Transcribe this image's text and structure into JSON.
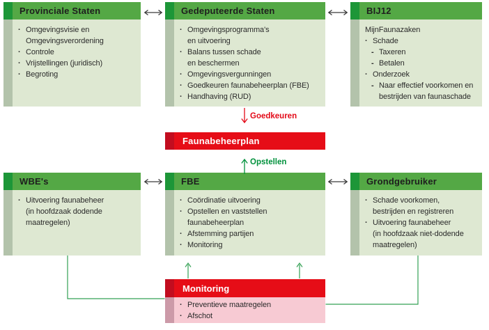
{
  "colors": {
    "canvas_bg": "#ffffff",
    "green_header": "#54a845",
    "green_header_stripe": "#1d9638",
    "green_body": "#dee8d2",
    "green_body_stripe": "#b3c3ab",
    "red_header": "#e60d17",
    "red_header_stripe": "#c20d1f",
    "pink_body": "#f7cad3",
    "pink_body_stripe": "#cc9aa8",
    "text_dark": "#2b2b2b",
    "connector_green": "#33a053",
    "arrow_black": "#3a3a3a",
    "label_red": "#e30917",
    "label_green": "#00913c"
  },
  "org_boxes": {
    "provinciale_staten": {
      "title": "Provinciale Staten",
      "items": [
        {
          "marker": "·",
          "label": "Omgevingsvisie en\nOmgevingsverordening"
        },
        {
          "marker": "·",
          "label": "Controle"
        },
        {
          "marker": "·",
          "label": "Vrijstellingen (juridisch)"
        },
        {
          "marker": "·",
          "label": "Begroting"
        }
      ]
    },
    "gedeputeerde_staten": {
      "title": "Gedeputeerde Staten",
      "items": [
        {
          "marker": "·",
          "label": "Omgevingsprogramma's\nen uitvoering"
        },
        {
          "marker": "·",
          "label": "Balans tussen schade\nen beschermen"
        },
        {
          "marker": "·",
          "label": "Omgevingsvergunningen"
        },
        {
          "marker": "·",
          "label": "Goedkeuren faunabeheerplan (FBE)"
        },
        {
          "marker": "·",
          "label": "Handhaving (RUD)"
        }
      ]
    },
    "bij12": {
      "title": "BIJ12",
      "items": [
        {
          "marker": "",
          "label": "MijnFaunazaken"
        },
        {
          "marker": "·",
          "label": "Schade"
        },
        {
          "marker": "-",
          "label": "Taxeren"
        },
        {
          "marker": "-",
          "label": "Betalen"
        },
        {
          "marker": "·",
          "label": "Onderzoek"
        },
        {
          "marker": "-",
          "label": "Naar effectief voorkomen en\nbestrijden van faunaschade"
        }
      ]
    },
    "wbes": {
      "title": "WBE's",
      "items": [
        {
          "marker": "·",
          "label": "Uitvoering faunabeheer\n(in hoofdzaak dodende\nmaatregelen)"
        }
      ]
    },
    "fbe": {
      "title": "FBE",
      "items": [
        {
          "marker": "·",
          "label": "Coördinatie uitvoering"
        },
        {
          "marker": "·",
          "label": "Opstellen en vaststellen\nfaunabeheerplan"
        },
        {
          "marker": "·",
          "label": "Afstemming partijen"
        },
        {
          "marker": "·",
          "label": "Monitoring"
        }
      ]
    },
    "grondgebruiker": {
      "title": "Grondgebruiker",
      "items": [
        {
          "marker": "·",
          "label": "Schade voorkomen,\nbestrijden en registreren"
        },
        {
          "marker": "·",
          "label": "Uitvoering faunabeheer\n(in hoofdzaak niet-dodende\nmaatregelen)"
        }
      ]
    }
  },
  "banners": {
    "faunabeheerplan": {
      "title": "Faunabeheerplan"
    },
    "monitoring": {
      "title": "Monitoring",
      "items": [
        {
          "marker": "·",
          "label": "Preventieve maatregelen"
        },
        {
          "marker": "·",
          "label": "Afschot"
        }
      ]
    }
  },
  "arrow_labels": {
    "goedkeuren": "Goedkeuren",
    "opstellen": "Opstellen"
  }
}
